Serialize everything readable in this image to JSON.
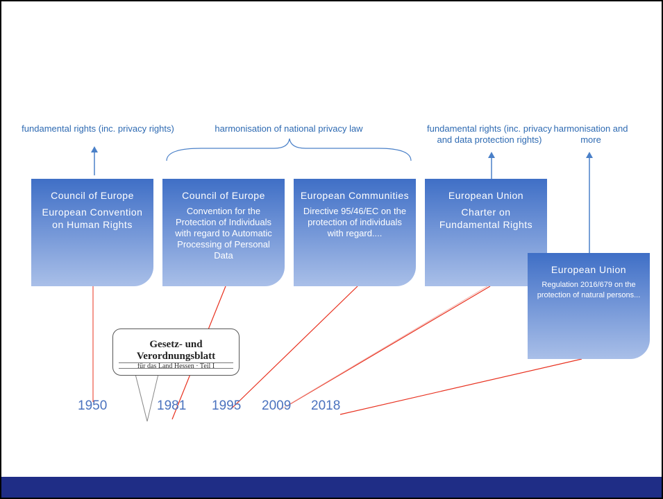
{
  "labels": {
    "coe_top": "fundamental rights (inc. privacy rights)",
    "harmonisation": "harmonisation of national privacy law",
    "eu_charter_top": "fundamental rights (inc. privacy and data protection rights)",
    "eu_reg_top": "harmonisation and more"
  },
  "boxes": [
    {
      "title": "Council of Europe",
      "body": "European Convention on Human Rights"
    },
    {
      "title": "Council of Europe",
      "body": "Convention for the Protection of Individuals with regard to Automatic Processing of Personal Data"
    },
    {
      "title": "European Communities",
      "body": "Directive 95/46/EC on the protection of individuals with regard...."
    },
    {
      "title": "European Union",
      "body": "Charter on Fundamental Rights"
    },
    {
      "title": "European Union",
      "body": "Regulation 2016/679 on the protection of natural persons..."
    }
  ],
  "years": [
    "1950",
    "1981",
    "1995",
    "2009",
    "2018"
  ],
  "callout": {
    "title": "Gesetz- und Verordnungsblatt",
    "subtitle": "für das Land Hessen · Teil I"
  },
  "colors": {
    "accent": "#2e6ab2",
    "timeline": "#e8301e",
    "footer": "#1f2d86",
    "box_top": "#3f6fc6",
    "box_bottom": "#a9bfe8"
  }
}
